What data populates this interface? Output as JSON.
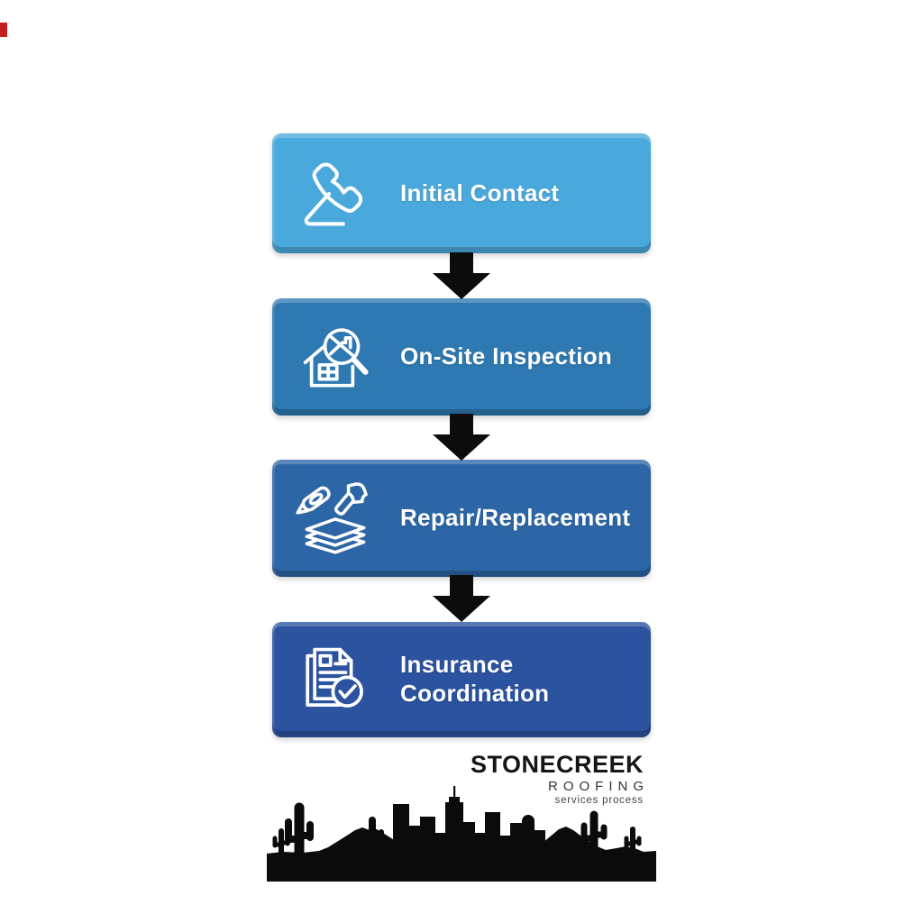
{
  "flow": {
    "steps": [
      {
        "label": "Initial Contact",
        "icon": "phone-icon",
        "color": "#4AA9DC"
      },
      {
        "label": "On-Site Inspection",
        "icon": "roof-inspection-icon",
        "color": "#2E79B2"
      },
      {
        "label": "Repair/Replacement",
        "icon": "roofing-tools-icon",
        "color": "#2C66A6"
      },
      {
        "label": "Insurance Coordination",
        "icon": "insurance-document-icon",
        "color": "#2B53A0"
      }
    ],
    "text_color": "#ffffff",
    "arrow_color": "#0c0c0c"
  },
  "branding": {
    "company_name": "STONECREEK",
    "division": "ROOFING",
    "tagline": "services process",
    "text_color": "#161616"
  },
  "scene": {
    "description": "desert-city-skyline-silhouette",
    "silhouette_color": "#0b0b0b",
    "background_color": "#ffffff"
  }
}
